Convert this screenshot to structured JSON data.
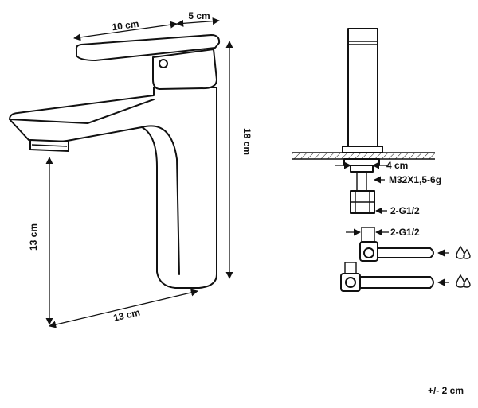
{
  "dimensions": {
    "handle_length": "10 cm",
    "handle_width": "5 cm",
    "height": "18 cm",
    "spout_height": "13 cm",
    "spout_reach": "13 cm"
  },
  "fitting": {
    "nut_width": "4 cm",
    "thread": "M32X1,5-6g",
    "hose_connection_top": "2-G1/2",
    "hose_connection_bottom": "2-G1/2"
  },
  "tolerance": "+/- 2 cm",
  "icons": {
    "water_cold": "water-drops-icon",
    "water_hot": "water-drops-icon"
  }
}
